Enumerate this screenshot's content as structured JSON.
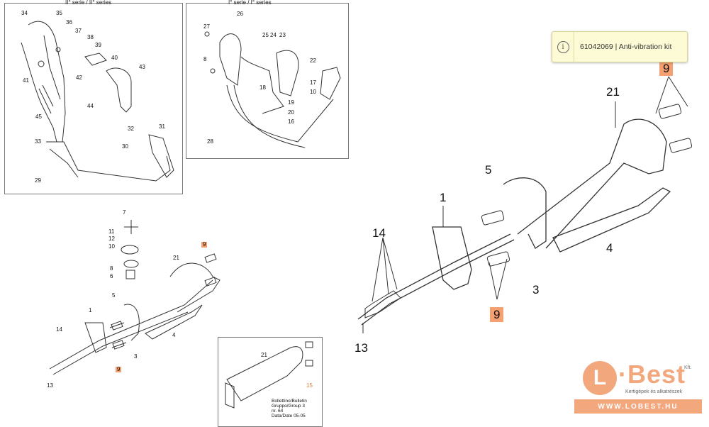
{
  "panels": {
    "top_left_title": "II° serie / II° series",
    "top_right_title": "I° serie / I° series"
  },
  "tooltip": {
    "icon": "info-icon",
    "text": "61042069 | Anti-vibration kit"
  },
  "labels": {
    "tl": [
      "34",
      "35",
      "36",
      "37",
      "38",
      "39",
      "40",
      "41",
      "42",
      "43",
      "44",
      "45",
      "33",
      "32",
      "31",
      "30",
      "29"
    ],
    "tr": [
      "26",
      "27",
      "25",
      "24",
      "23",
      "22",
      "8",
      "17",
      "18",
      "10",
      "19",
      "20",
      "16",
      "28"
    ],
    "mid": [
      "7",
      "11",
      "12",
      "10",
      "8",
      "6",
      "5",
      "1",
      "14",
      "13",
      "21",
      "4",
      "3",
      "9",
      "9"
    ],
    "big": [
      "1",
      "14",
      "13",
      "5",
      "3",
      "21",
      "4",
      "9",
      "9"
    ],
    "bottom_inset": [
      "21",
      "15"
    ]
  },
  "highlight": {
    "color": "#f4a070",
    "part": "9",
    "inset_part": "15"
  },
  "bulletin": {
    "line1": "Bollettino/Bulletin",
    "line2": "Gruppo/Group 3",
    "line3": "nr. 64",
    "line4": "Data/Date 05-05"
  },
  "logo": {
    "mark": "L",
    "name": "·Best",
    "suffix": "Kft.",
    "tagline": "Kertigépek és alkatrészek",
    "website": "WWW.LOBEST.HU",
    "color": "#f2a77d"
  }
}
